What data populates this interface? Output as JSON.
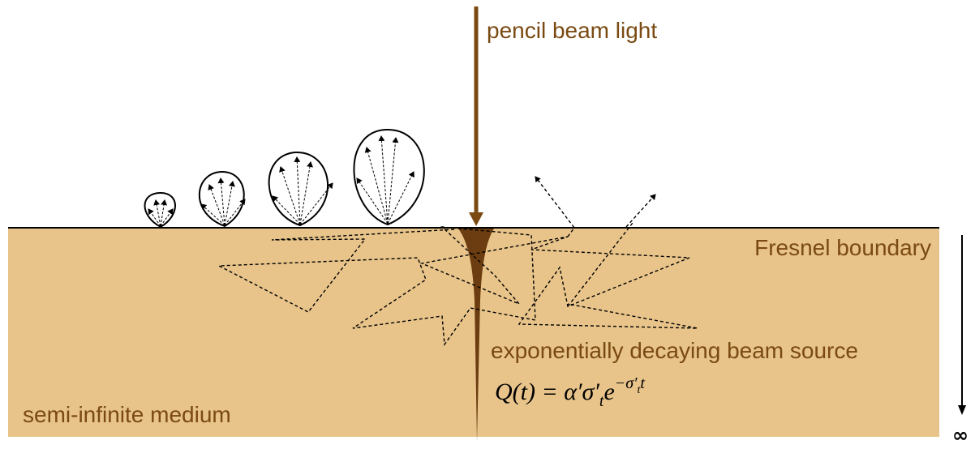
{
  "labels": {
    "pencil_beam": "pencil beam light",
    "fresnel": "Fresnel boundary",
    "beam_source": "exponentially decaying beam source",
    "medium": "semi-infinite medium",
    "equation": "Q(t) = α′σ′ₜe^(−σ′ₜt)",
    "infinity": "∞"
  },
  "colors": {
    "medium_fill": "#e8c48a",
    "beam": "#7a4a12",
    "text": "#7a4a12",
    "line": "#000000"
  }
}
